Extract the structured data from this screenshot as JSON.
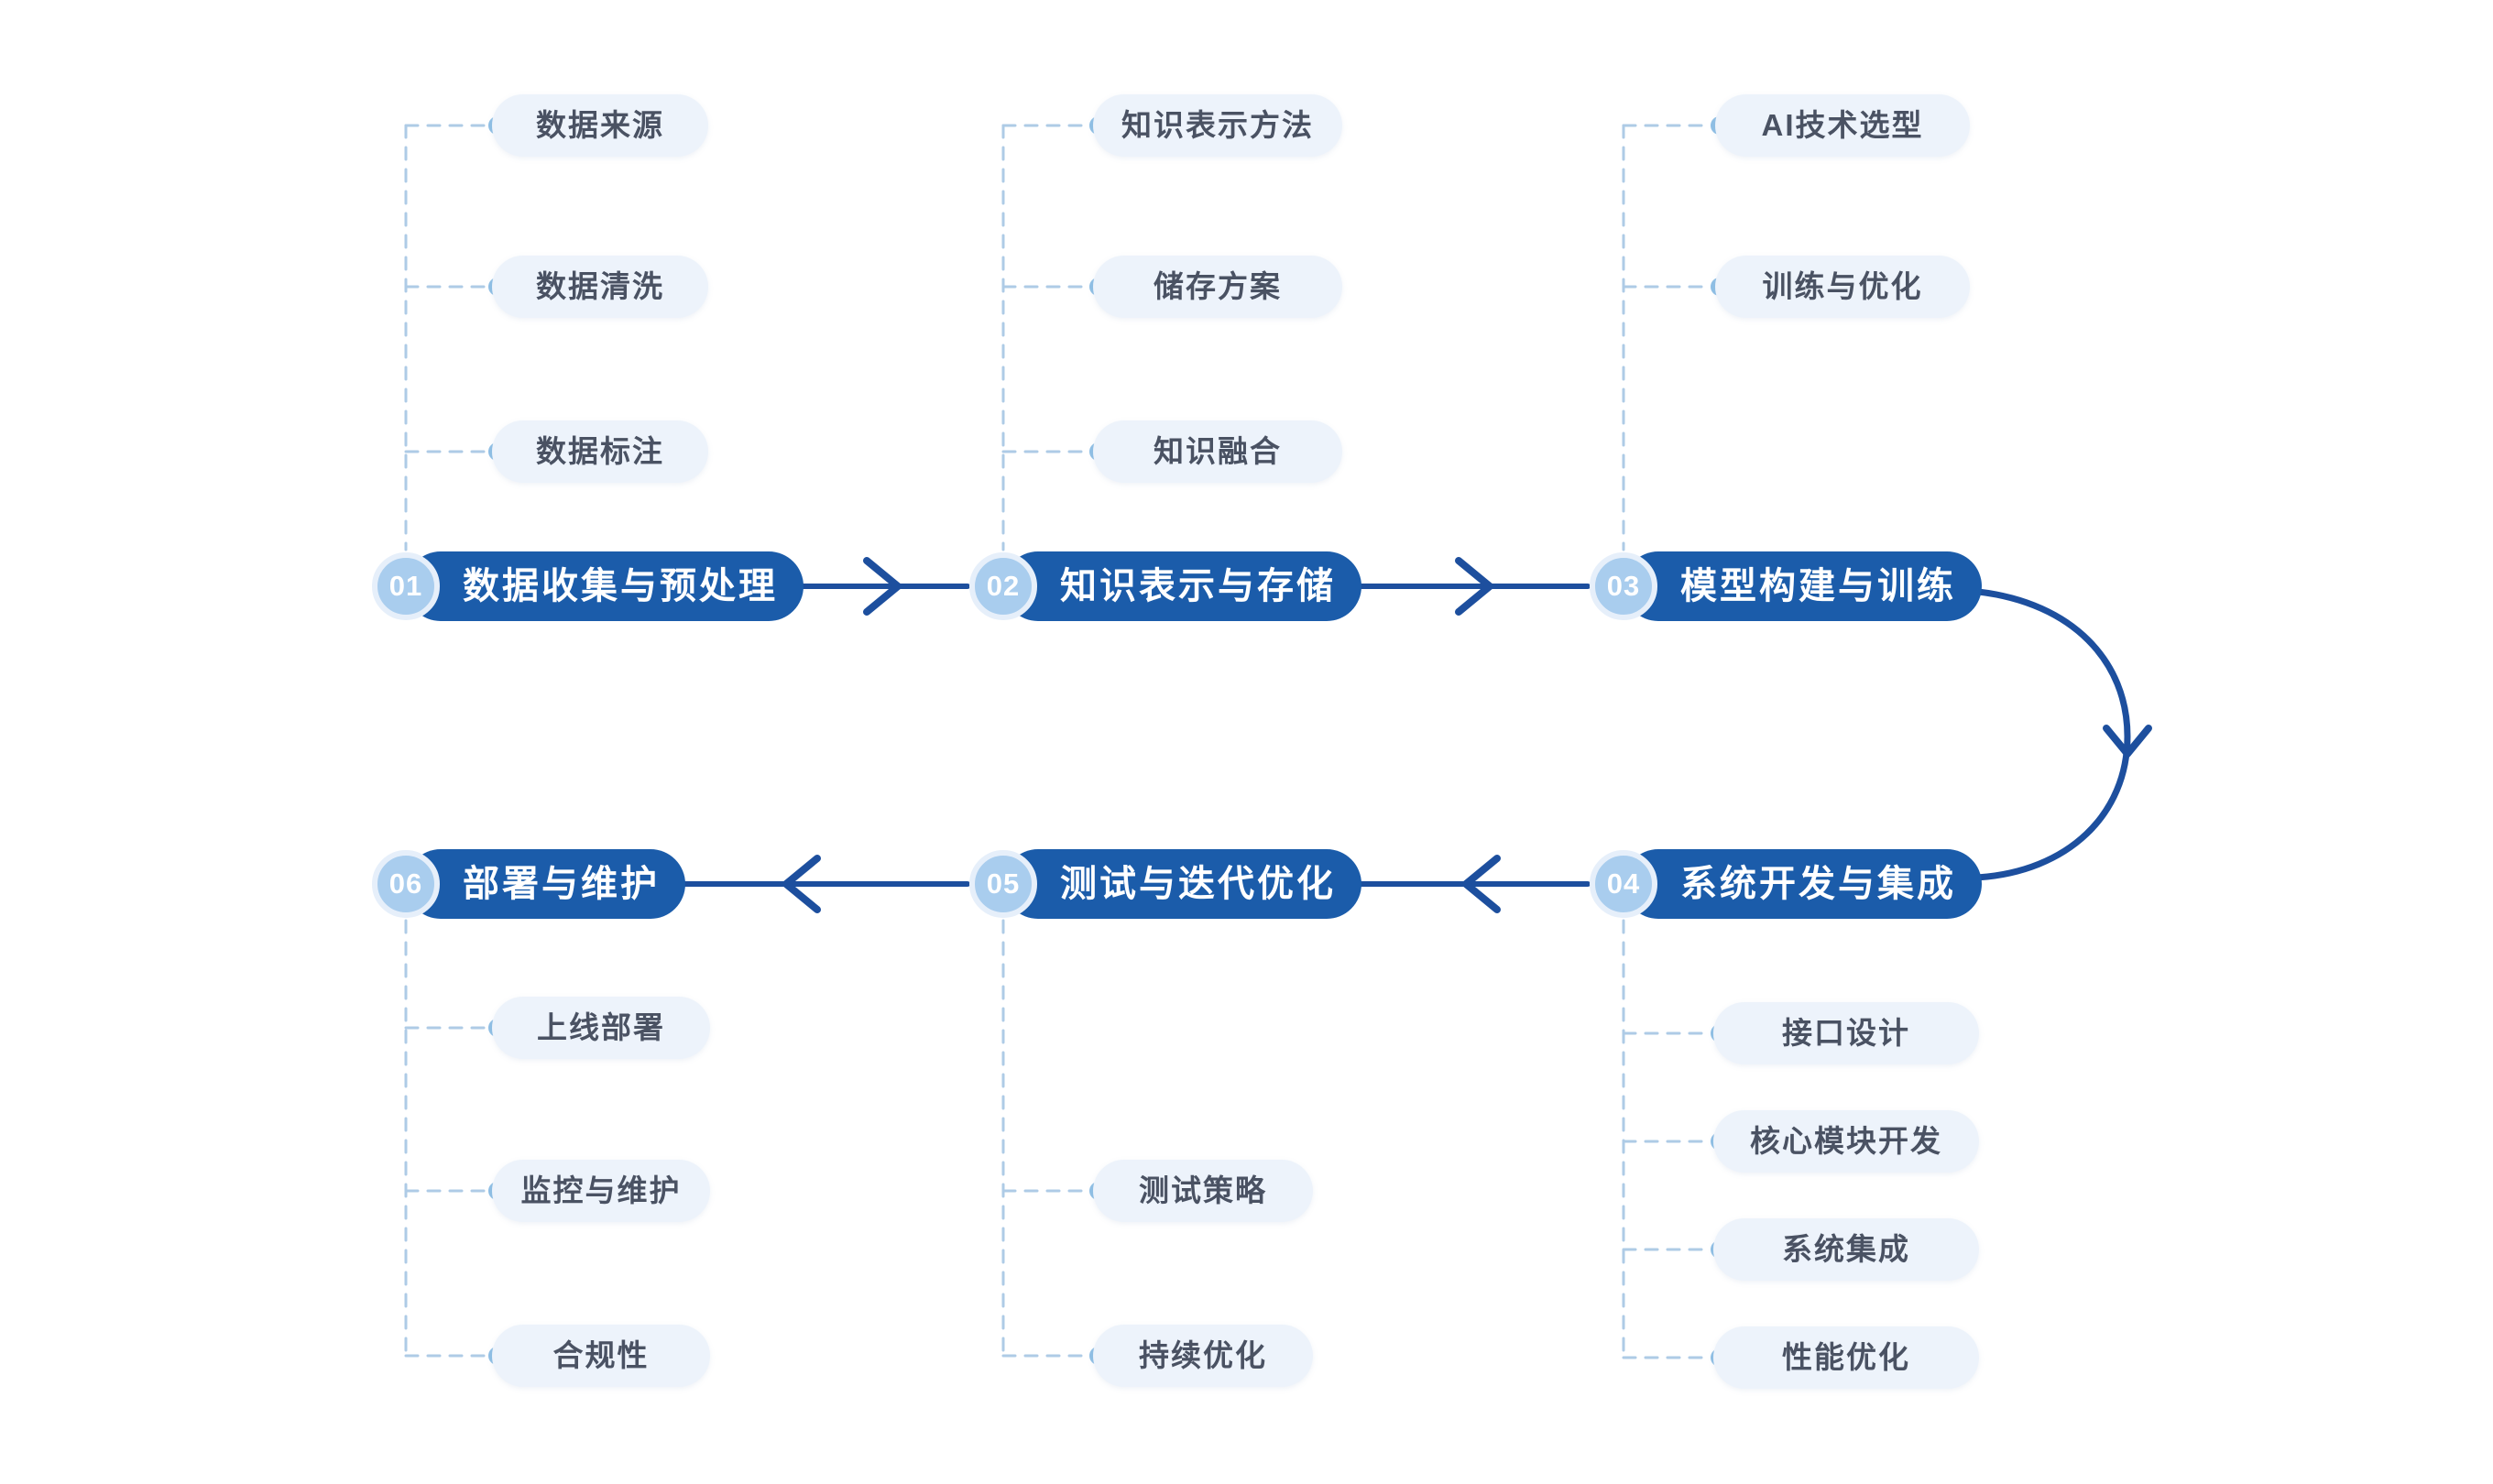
{
  "diagram": {
    "type": "process-flowchart",
    "language": "zh-CN",
    "background": "#ffffff",
    "colors": {
      "stage_pill": "#1b5caa",
      "stage_number_circle": "#a9cdee",
      "stage_number_ring": "#e6effa",
      "stage_text": "#ffffff",
      "arrow_line": "#1d4f9e",
      "dashed_connector": "#aecbe6",
      "connector_dot": "#8fbfe5",
      "substep_bg": "#edf3fb",
      "substep_text": "#4a5263"
    },
    "flow_order": [
      "01",
      "02",
      "03",
      "04",
      "05",
      "06"
    ],
    "stages": [
      {
        "number": "01",
        "label": "数据收集与预处理",
        "substeps": [
          "数据来源",
          "数据清洗",
          "数据标注"
        ]
      },
      {
        "number": "02",
        "label": "知识表示与存储",
        "substeps": [
          "知识表示方法",
          "储存方案",
          "知识融合"
        ]
      },
      {
        "number": "03",
        "label": "模型构建与训练",
        "substeps": [
          "AI技术选型",
          "训练与优化"
        ]
      },
      {
        "number": "04",
        "label": "系统开发与集成",
        "substeps": [
          "接口设计",
          "核心模块开发",
          "系统集成",
          "性能优化"
        ]
      },
      {
        "number": "05",
        "label": "测试与迭代优化",
        "substeps": [
          "测试策略",
          "持续优化"
        ]
      },
      {
        "number": "06",
        "label": "部署与维护",
        "substeps": [
          "上线部署",
          "监控与维护",
          "合规性"
        ]
      }
    ]
  }
}
